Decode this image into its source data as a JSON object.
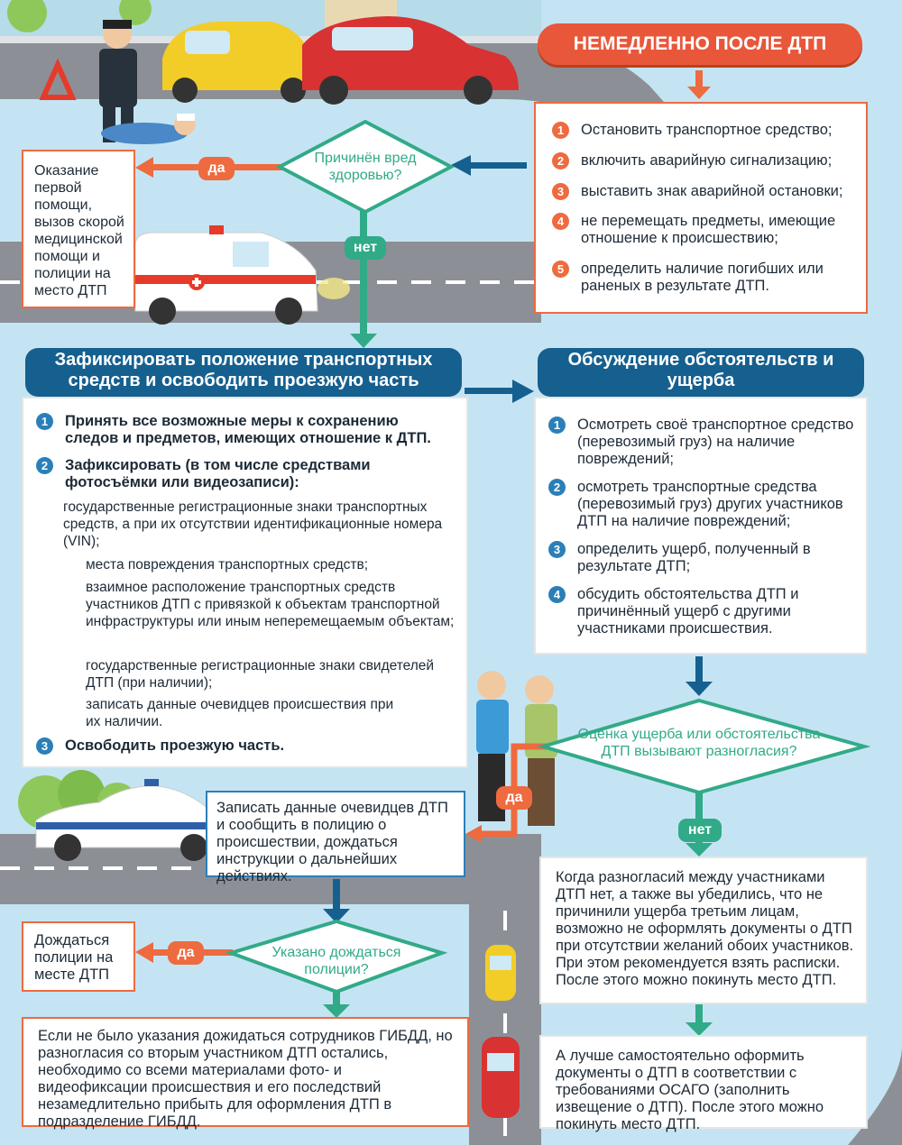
{
  "header": {
    "title": "НЕМЕДЛЕННО ПОСЛЕ ДТП"
  },
  "immediate_steps": [
    {
      "n": "1",
      "text": "Остановить транспортное средство;"
    },
    {
      "n": "2",
      "text": "включить аварийную сигнализацию;"
    },
    {
      "n": "3",
      "text": "выставить знак аварийной остановки;"
    },
    {
      "n": "4",
      "text": "не перемещать предметы, имеющие отношение к происшествию;"
    },
    {
      "n": "5",
      "text": "определить наличие погибших или раненых в результате ДТП."
    }
  ],
  "decision_harm": {
    "question": "Причинён вред здоровью?",
    "yes": "да",
    "no": "нет"
  },
  "first_aid_box": "Оказание первой помощи, вызов скорой медицинской помощи и полиции на место ДТП",
  "fix_section": {
    "title": "Зафиксировать положение транспортных средств и освободить проезжую часть",
    "steps": [
      {
        "n": "1",
        "text": "Принять все возможные меры к сохранению следов и предметов, имеющих отношение к ДТП."
      },
      {
        "n": "2",
        "text": "Зафиксировать (в том числе средствами фотосъёмки или видеозаписи):"
      },
      {
        "n": "3",
        "text": "Освободить проезжую часть."
      }
    ],
    "sub_items": [
      "государственные регистрационные знаки транспортных средств, а при их отсутствии идентификационные номера (VIN);",
      "места повреждения транспортных средств;",
      "взаимное расположение транспортных средств участников ДТП с привязкой к объектам транспортной инфраструктуры или иным неперемещаемым объектам;",
      "государственные регистрационные знаки свидетелей ДТП (при наличии);",
      "записать данные очевидцев происшествия при их наличии."
    ]
  },
  "discussion_section": {
    "title": "Обсуждение обстоятельств и ущерба",
    "steps": [
      {
        "n": "1",
        "text": "Осмотреть своё транспортное средство (перевозимый груз) на наличие повреждений;"
      },
      {
        "n": "2",
        "text": "осмотреть транспортные средства (перевозимый груз) других участников ДТП на наличие повреждений;"
      },
      {
        "n": "3",
        "text": "определить ущерб, полученный в результате ДТП;"
      },
      {
        "n": "4",
        "text": "обсудить обстоятельства ДТП и причинённый ущерб с другими участниками происшествия."
      }
    ]
  },
  "decision_disagree": {
    "question": "Оценка ущерба или обстоятельства ДТП вызывают разногласия?",
    "yes": "да",
    "no": "нет"
  },
  "record_witnesses": "Записать данные очевидцев ДТП и сообщить в полицию о происшествии, дождаться инструкции о дальнейших действиях.",
  "decision_wait": {
    "question": "Указано дождаться полиции?",
    "yes": "да"
  },
  "wait_police": "Дождаться полиции на месте ДТП",
  "no_wait_text": "Если не было указания дожидаться сотрудников ГИБДД, но разногласия со вторым участником ДТП остались, необходимо со всеми материалами фото- и видеофиксации происшествия и его последствий незамедлительно прибыть для оформления ДТП в подразделение ГИБДД.",
  "no_disagree_text": "Когда разногласий между участниками ДТП нет, а также вы убедились, что не причинили ущерба третьим лицам, возможно не оформлять документы о ДТП при отсутствии желаний обоих участников. При этом рекомендуется взять расписки. После этого можно покинуть место ДТП.",
  "europrotocol_text": "А лучше самостоятельно оформить документы о ДТП в соответствии с требованиями ОСАГО (заполнить извещение о ДТП). После этого можно покинуть место ДТП.",
  "colors": {
    "orange": "#ee6a3f",
    "green": "#31aa88",
    "blue": "#2b7fb8",
    "dark_blue": "#15608f",
    "sky": "#c5e4f3",
    "road": "#8c9096"
  },
  "icons": [
    "warning-triangle-icon",
    "yellow-car-icon",
    "red-car-icon",
    "businessman-icon",
    "injured-person-icon",
    "ambulance-icon",
    "police-car-icon",
    "two-men-icon",
    "taxi-icon",
    "red-car-top-icon"
  ]
}
